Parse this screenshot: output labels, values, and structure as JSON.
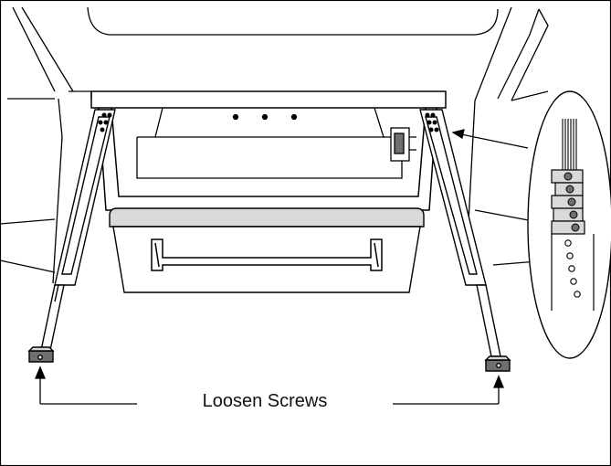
{
  "diagram": {
    "callout_text": "Loosen Screws",
    "line_color": "#000000",
    "background": "#ffffff",
    "shade_light": "#d9d9d9",
    "shade_dark": "#6f6f6f",
    "components": {
      "left_rail": "slide-rail",
      "right_rail": "slide-rail",
      "drawer_front": "drawer-front",
      "drawer_handle": "drawer-handle",
      "detail_inset": "hole-detail-inset"
    },
    "detail_holes": {
      "filled": 5,
      "open": 5
    }
  }
}
